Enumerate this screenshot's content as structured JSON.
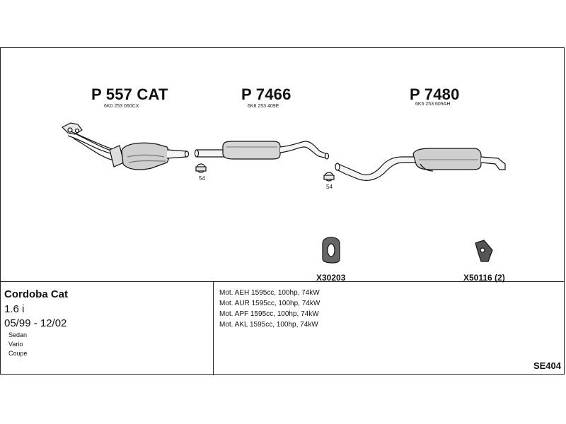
{
  "parts": [
    {
      "number": "P 557 CAT",
      "oem": "6K0 253 060CX"
    },
    {
      "number": "P 7466",
      "oem": "6K8 253 409E"
    },
    {
      "number": "P 7480",
      "oem": "6K5 253 609AH"
    }
  ],
  "clamps": [
    {
      "label": "54"
    },
    {
      "label": "54"
    }
  ],
  "accessories": [
    {
      "label": "X30203"
    },
    {
      "label": "X50116 (2)"
    }
  ],
  "vehicle": {
    "model": "Cordoba Cat",
    "engine_size": "1.6 i",
    "years": "05/99 - 12/02",
    "body_types": [
      "Sedan",
      "Vario",
      "Coupe"
    ]
  },
  "engines": [
    "Mot. AEH 1595cc, 100hp, 74kW",
    "Mot. AUR 1595cc, 100hp, 74kW",
    "Mot. APF 1595cc, 100hp, 74kW",
    "Mot. AKL 1595cc, 100hp, 74kW"
  ],
  "set_code": "SE404"
}
